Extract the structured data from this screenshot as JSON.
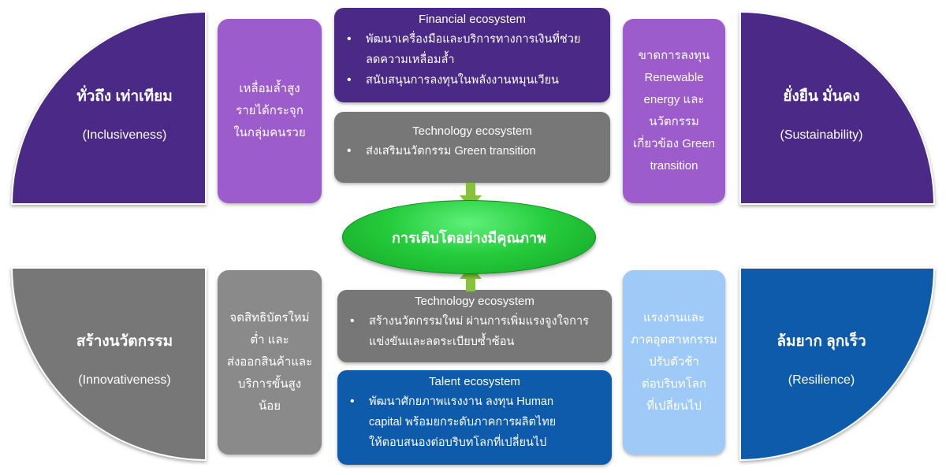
{
  "colors": {
    "purple_dark": "#4a2a86",
    "purple_mid": "#9d5ccc",
    "gray_dark": "#777777",
    "gray_mid": "#8a8a8a",
    "blue_dark": "#0e5aab",
    "blue_light": "#9fcaf7",
    "green": "#22c23b",
    "arrow_green": "#86c23a"
  },
  "corners": {
    "top_left": {
      "title": "ทั่วถึง เท่าเทียม",
      "subtitle": "(Inclusiveness)"
    },
    "top_right": {
      "title": "ยั่งยืน มั่นคง",
      "subtitle": "(Sustainability)"
    },
    "bottom_left": {
      "title": "สร้างนวัตกรรม",
      "subtitle": "(Innovativeness)"
    },
    "bottom_right": {
      "title": "ล้มยาก ลุกเร็ว",
      "subtitle": "(Resilience)"
    }
  },
  "sides": {
    "top_left": {
      "lines": [
        "เหลื่อมล้ำสูง",
        "รายได้กระจุก",
        "ในกลุ่มคนรวย"
      ]
    },
    "top_right": {
      "lines": [
        "ขาดการลงทุน",
        "Renewable",
        "energy และ",
        "นวัตกรรม",
        "เกี่ยวข้อง Green",
        "transition"
      ]
    },
    "bottom_left": {
      "lines": [
        "จดสิทธิบัตรใหม่",
        "ต่ำ และ",
        "ส่งออกสินค้าและ",
        "บริการขั้นสูง",
        "น้อย"
      ]
    },
    "bottom_right": {
      "lines": [
        "แรงงานและ",
        "ภาคอุตสาหกรรม",
        "ปรับตัวช้า",
        "ต่อบริบทโลก",
        "ที่เปลี่ยนไป"
      ]
    }
  },
  "ecosystems": {
    "financial": {
      "title": "Financial ecosystem",
      "bullets": [
        [
          "พัฒนาเครื่องมือและบริการทางการเงินที่ช่วย",
          "ลดความเหลื่อมล้ำ"
        ],
        [
          "สนับสนุนการลงทุนในพลังงานหมุนเวียน"
        ]
      ]
    },
    "technology_top": {
      "title": "Technology ecosystem",
      "bullets": [
        [
          "ส่งเสริมนวัตกรรม Green transition"
        ]
      ]
    },
    "technology_bottom": {
      "title": "Technology ecosystem",
      "bullets": [
        [
          "สร้างนวัตกรรมใหม่ ผ่านการเพิ่มแรงจูงใจการ",
          "แข่งขันและลดระเบียบซ้ำซ้อน"
        ]
      ]
    },
    "talent": {
      "title": "Talent ecosystem",
      "bullets": [
        [
          "พัฒนาศักยภาพแรงงาน ลงทุน Human",
          "capital พร้อมยกระดับภาคการผลิตไทย",
          "ให้ตอบสนองต่อบริบทโลกที่เปลี่ยนไป"
        ]
      ]
    }
  },
  "center": {
    "label": "การเติบโตอย่างมีคุณภาพ"
  }
}
